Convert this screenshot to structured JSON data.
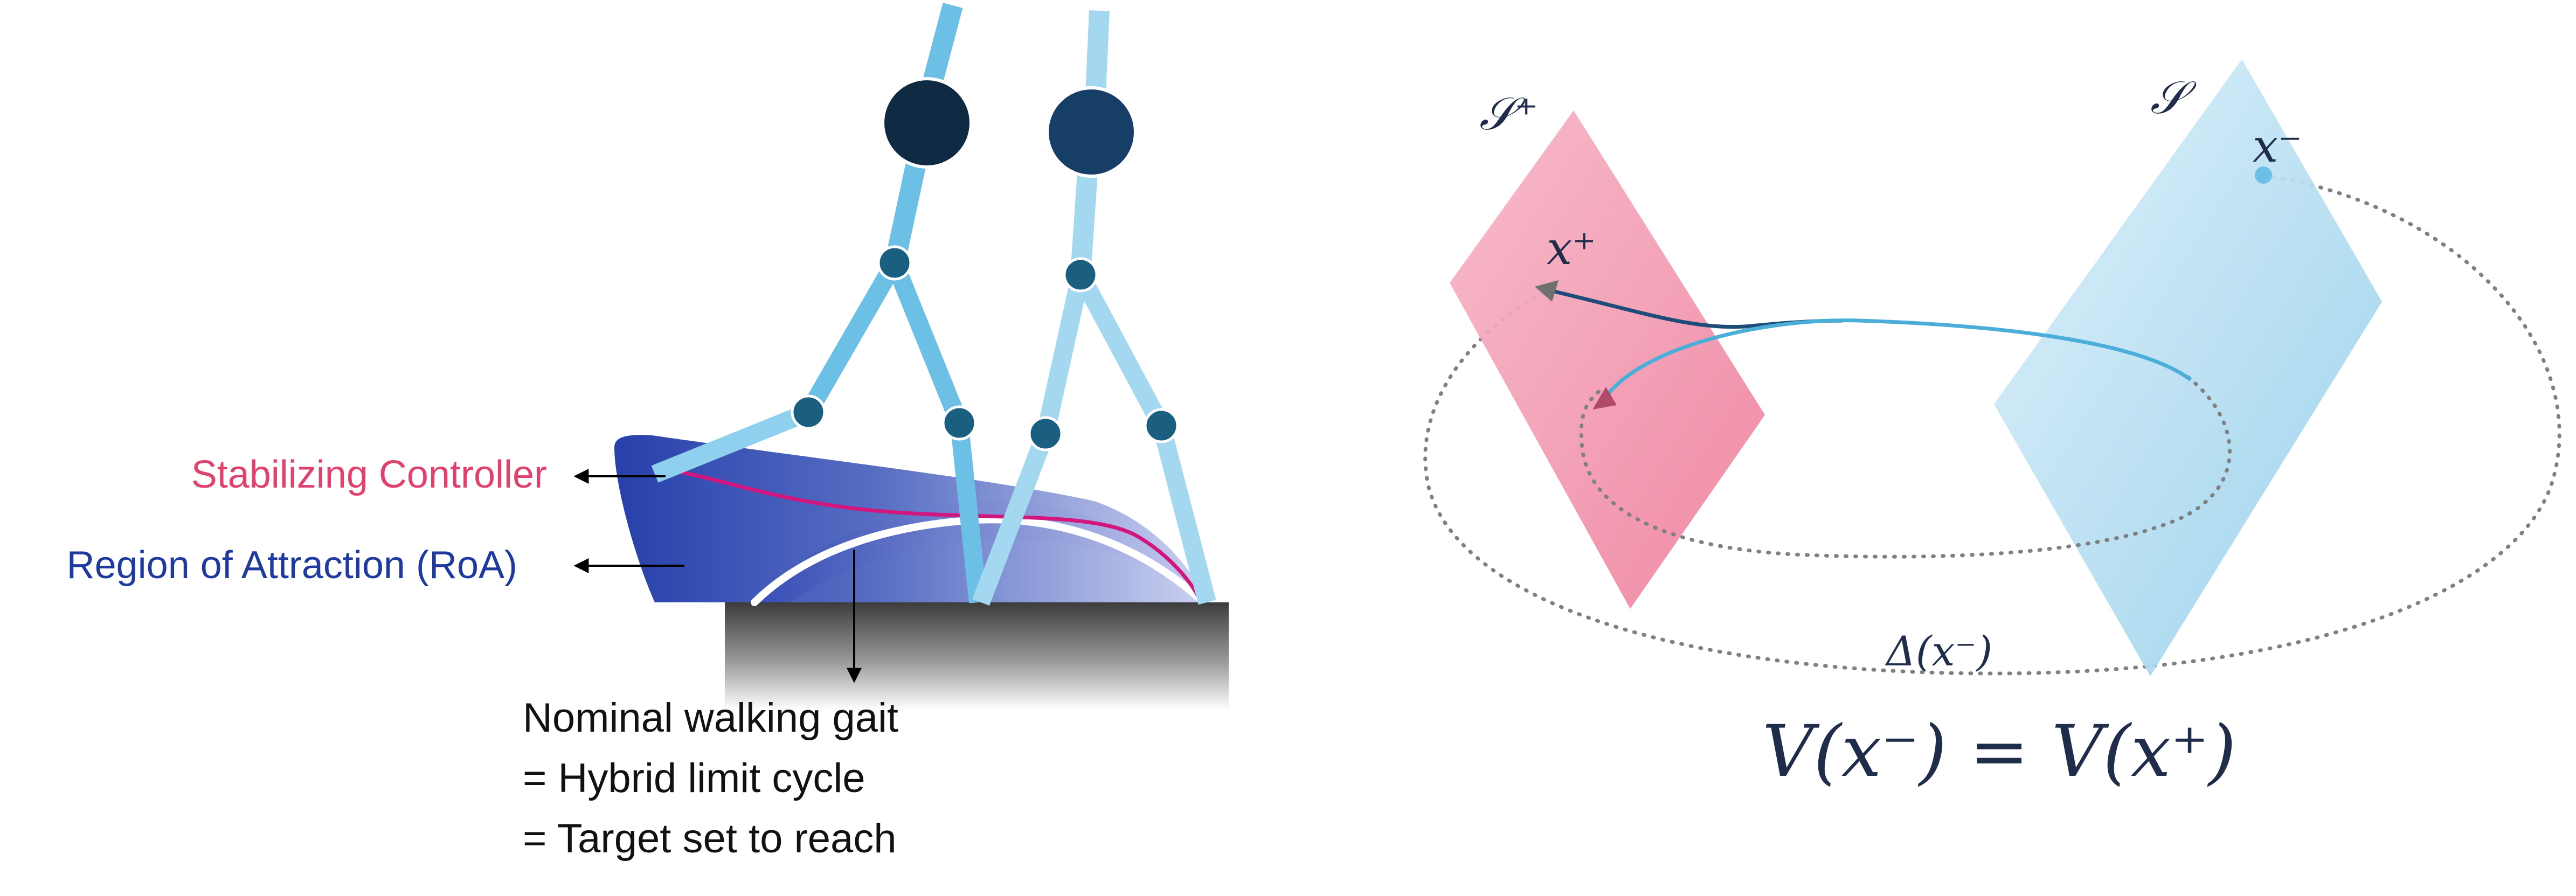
{
  "left_panel": {
    "stabilizing_label": "Stabilizing Controller",
    "roa_label": "Region of Attraction (RoA)",
    "gait_lines": [
      "Nominal walking gait",
      "= Hybrid limit cycle",
      "= Target set to reach"
    ]
  },
  "right_panel": {
    "s_plus": "𝒮⁺",
    "s": "𝒮",
    "x_plus": "x⁺",
    "x_minus": "x⁻",
    "delta": "Δ(x⁻)",
    "equation": "V(x⁻) = V(x⁺)"
  },
  "colors": {
    "stabilizing": "#e0426e",
    "roa": "#1f3a9e",
    "pink_plane": "#f3809e",
    "blue_plane": "#a9d8f0",
    "leg_dark": "#6cc0e6",
    "leg_light": "#a4d8f0",
    "joint": "#1a5f80",
    "head_dark": "#102a44",
    "head_light": "#173e66",
    "text_dark": "#1f2d4a"
  }
}
